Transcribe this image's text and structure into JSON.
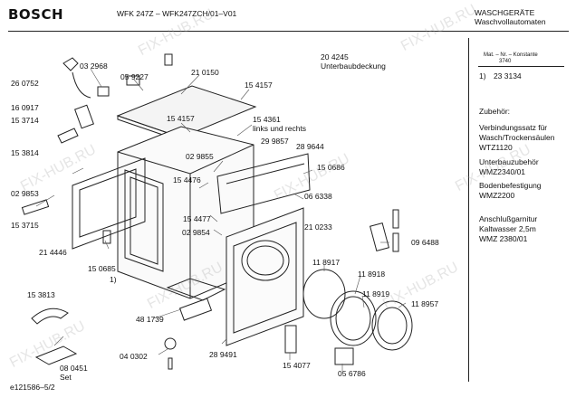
{
  "header": {
    "brand": "BOSCH",
    "model": "WFK 247Z – WFK247ZCH/01–V01",
    "category_line1": "WASCHGERÄTE",
    "category_line2": "Waschvollautomaten"
  },
  "meta": {
    "mat_nr_label": "Mat. – Nr. – Konstante",
    "mat_nr_value": "3740"
  },
  "side_notes": [
    {
      "ref": "1)",
      "value": "23 3134"
    },
    {
      "text": "Zubehör:"
    },
    {
      "text": "Verbindungssatz für Wasch/Trockensäulen WTZ1120"
    },
    {
      "text": "Unterbauzubehör WMZ2340/01"
    },
    {
      "text": "Bodenbefestigung WMZ2200"
    },
    {
      "text": "Anschlußgarnitur Kaltwasser 2,5m WMZ 2380/01"
    }
  ],
  "callouts": [
    "03 2968",
    "05 9227",
    "21 0150",
    "20 4245",
    "Unterbaubdeckung",
    "26 0752",
    "15 4157",
    "16 0917",
    "15 3714",
    "15 4157",
    "15 4361",
    "links und rechts",
    "29 9857",
    "28 9644",
    "15 3814",
    "02 9855",
    "15 0686",
    "02 9853",
    "15 4476",
    "06 6338",
    "15 3715",
    "15 4477",
    "21 0233",
    "02 9854",
    "21 4446",
    "09 6488",
    "15 0685",
    "1)",
    "11 8917",
    "11 8918",
    "15 3813",
    "11 8919",
    "11 8957",
    "48 1739",
    "08 0451",
    "Set",
    "04 0302",
    "28 9491",
    "15 4077",
    "05 6786"
  ],
  "footer": "e121586–5/2",
  "watermark": "FIX-HUB.RU"
}
